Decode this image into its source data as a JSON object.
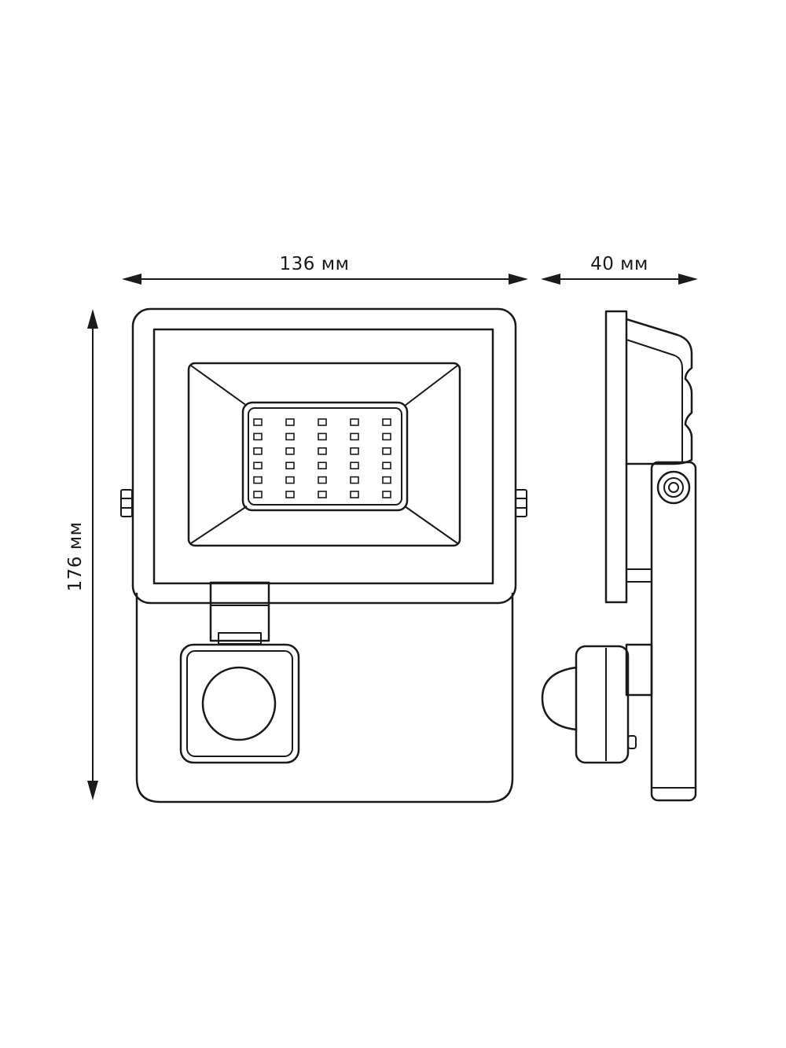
{
  "dimensions": {
    "width": "136 мм",
    "depth": "40 мм",
    "height": "176 мм"
  },
  "colors": {
    "line": "#1a1a1a",
    "background": "#ffffff"
  },
  "led_grid": {
    "columns": 5,
    "rows": 6
  }
}
